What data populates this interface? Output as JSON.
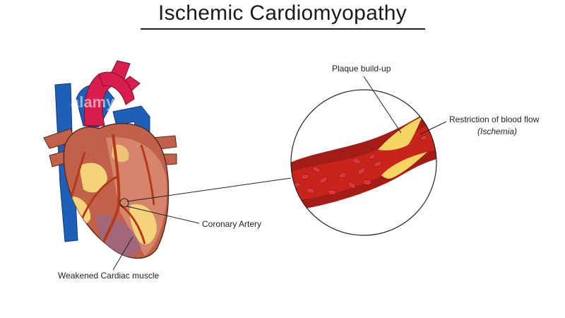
{
  "title": "Ischemic Cardiomyopathy",
  "labels": {
    "plaque": "Plaque build-up",
    "restriction": "Restriction of blood flow",
    "ischemia": "(Ischemia)",
    "coronary_artery": "Coronary Artery",
    "weakened_muscle": "Weakened Cardiac muscle"
  },
  "watermark": "alamy",
  "colors": {
    "heart_muscle": "#c2614a",
    "heart_outline": "#5a2a1e",
    "artery_red": "#d81e4e",
    "vein_blue": "#1e5fb8",
    "coronary": "#b23a1a",
    "ischemic_yellow": "#f5d37a",
    "vessel_wall": "#a41c16",
    "blood_cell": "#d8383a",
    "plaque": "#f3d662"
  }
}
